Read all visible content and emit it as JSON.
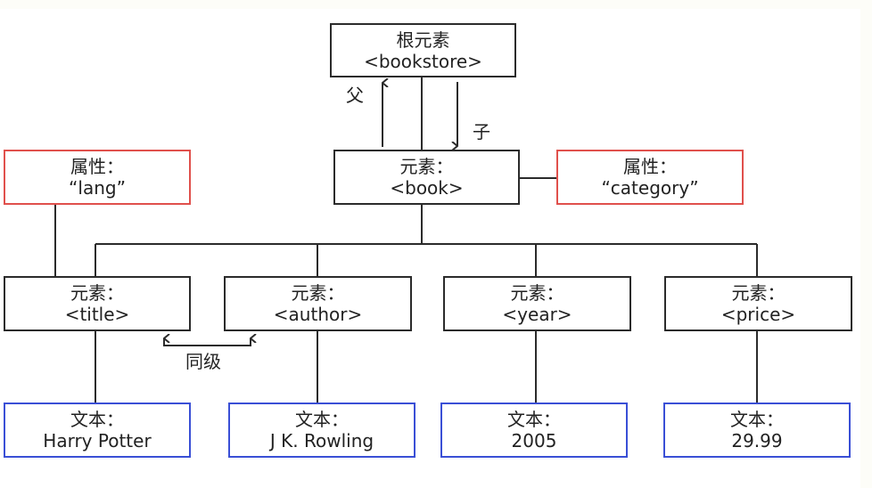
{
  "diagram": {
    "root": {
      "label": "根元素",
      "tag": "<bookstore>"
    },
    "book": {
      "label": "元素：",
      "tag": "<book>"
    },
    "attr_lang": {
      "label": "属性：",
      "value": "“lang”"
    },
    "attr_category": {
      "label": "属性：",
      "value": "“category”"
    },
    "elements": [
      {
        "label": "元素：",
        "tag": "<title>"
      },
      {
        "label": "元素：",
        "tag": "<author>"
      },
      {
        "label": "元素：",
        "tag": "<year>"
      },
      {
        "label": "元素：",
        "tag": "<price>"
      }
    ],
    "texts": [
      {
        "label": "文本：",
        "value": "Harry Potter"
      },
      {
        "label": "文本：",
        "value": "J K. Rowling"
      },
      {
        "label": "文本：",
        "value": "2005"
      },
      {
        "label": "文本：",
        "value": "29.99"
      }
    ],
    "relations": {
      "parent": "父",
      "child": "子",
      "sibling": "同级"
    },
    "colors": {
      "element_border": "#2b2b2b",
      "attribute_border": "#e0504c",
      "text_border": "#3a4fd6",
      "line": "#2b2b2b"
    }
  }
}
